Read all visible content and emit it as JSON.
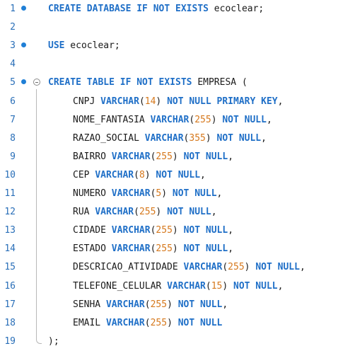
{
  "editor": {
    "lines": [
      {
        "n": "1",
        "bp": true,
        "fold": false,
        "indent": false,
        "tokens": [
          [
            "kw",
            "CREATE DATABASE IF NOT EXISTS"
          ],
          [
            "plain",
            " ecoclear;"
          ]
        ]
      },
      {
        "n": "2",
        "bp": false,
        "fold": false,
        "indent": false,
        "tokens": []
      },
      {
        "n": "3",
        "bp": true,
        "fold": false,
        "indent": false,
        "tokens": [
          [
            "kw",
            "USE"
          ],
          [
            "plain",
            " ecoclear;"
          ]
        ]
      },
      {
        "n": "4",
        "bp": false,
        "fold": false,
        "indent": false,
        "tokens": []
      },
      {
        "n": "5",
        "bp": true,
        "fold": true,
        "indent": false,
        "tokens": [
          [
            "kw",
            "CREATE TABLE IF NOT EXISTS"
          ],
          [
            "plain",
            " EMPRESA ("
          ]
        ]
      },
      {
        "n": "6",
        "bp": false,
        "fold": false,
        "indent": true,
        "tokens": [
          [
            "plain",
            "CNPJ "
          ],
          [
            "kw",
            "VARCHAR"
          ],
          [
            "plain",
            "("
          ],
          [
            "num",
            "14"
          ],
          [
            "plain",
            ") "
          ],
          [
            "kw",
            "NOT NULL PRIMARY KEY"
          ],
          [
            "plain",
            ","
          ]
        ]
      },
      {
        "n": "7",
        "bp": false,
        "fold": false,
        "indent": true,
        "tokens": [
          [
            "plain",
            "NOME_FANTASIA "
          ],
          [
            "kw",
            "VARCHAR"
          ],
          [
            "plain",
            "("
          ],
          [
            "num",
            "255"
          ],
          [
            "plain",
            ") "
          ],
          [
            "kw",
            "NOT NULL"
          ],
          [
            "plain",
            ","
          ]
        ]
      },
      {
        "n": "8",
        "bp": false,
        "fold": false,
        "indent": true,
        "tokens": [
          [
            "plain",
            "RAZAO_SOCIAL "
          ],
          [
            "kw",
            "VARCHAR"
          ],
          [
            "plain",
            "("
          ],
          [
            "num",
            "355"
          ],
          [
            "plain",
            ") "
          ],
          [
            "kw",
            "NOT NULL"
          ],
          [
            "plain",
            ","
          ]
        ]
      },
      {
        "n": "9",
        "bp": false,
        "fold": false,
        "indent": true,
        "tokens": [
          [
            "plain",
            "BAIRRO "
          ],
          [
            "kw",
            "VARCHAR"
          ],
          [
            "plain",
            "("
          ],
          [
            "num",
            "255"
          ],
          [
            "plain",
            ") "
          ],
          [
            "kw",
            "NOT NULL"
          ],
          [
            "plain",
            ","
          ]
        ]
      },
      {
        "n": "10",
        "bp": false,
        "fold": false,
        "indent": true,
        "tokens": [
          [
            "plain",
            "CEP "
          ],
          [
            "kw",
            "VARCHAR"
          ],
          [
            "plain",
            "("
          ],
          [
            "num",
            "8"
          ],
          [
            "plain",
            ") "
          ],
          [
            "kw",
            "NOT NULL"
          ],
          [
            "plain",
            ","
          ]
        ]
      },
      {
        "n": "11",
        "bp": false,
        "fold": false,
        "indent": true,
        "tokens": [
          [
            "plain",
            "NUMERO "
          ],
          [
            "kw",
            "VARCHAR"
          ],
          [
            "plain",
            "("
          ],
          [
            "num",
            "5"
          ],
          [
            "plain",
            ") "
          ],
          [
            "kw",
            "NOT NULL"
          ],
          [
            "plain",
            ","
          ]
        ]
      },
      {
        "n": "12",
        "bp": false,
        "fold": false,
        "indent": true,
        "tokens": [
          [
            "plain",
            "RUA "
          ],
          [
            "kw",
            "VARCHAR"
          ],
          [
            "plain",
            "("
          ],
          [
            "num",
            "255"
          ],
          [
            "plain",
            ") "
          ],
          [
            "kw",
            "NOT NULL"
          ],
          [
            "plain",
            ","
          ]
        ]
      },
      {
        "n": "13",
        "bp": false,
        "fold": false,
        "indent": true,
        "tokens": [
          [
            "plain",
            "CIDADE "
          ],
          [
            "kw",
            "VARCHAR"
          ],
          [
            "plain",
            "("
          ],
          [
            "num",
            "255"
          ],
          [
            "plain",
            ") "
          ],
          [
            "kw",
            "NOT NULL"
          ],
          [
            "plain",
            ","
          ]
        ]
      },
      {
        "n": "14",
        "bp": false,
        "fold": false,
        "indent": true,
        "tokens": [
          [
            "plain",
            "ESTADO "
          ],
          [
            "kw",
            "VARCHAR"
          ],
          [
            "plain",
            "("
          ],
          [
            "num",
            "255"
          ],
          [
            "plain",
            ") "
          ],
          [
            "kw",
            "NOT NULL"
          ],
          [
            "plain",
            ","
          ]
        ]
      },
      {
        "n": "15",
        "bp": false,
        "fold": false,
        "indent": true,
        "tokens": [
          [
            "plain",
            "DESCRICAO_ATIVIDADE "
          ],
          [
            "kw",
            "VARCHAR"
          ],
          [
            "plain",
            "("
          ],
          [
            "num",
            "255"
          ],
          [
            "plain",
            ") "
          ],
          [
            "kw",
            "NOT NULL"
          ],
          [
            "plain",
            ","
          ]
        ]
      },
      {
        "n": "16",
        "bp": false,
        "fold": false,
        "indent": true,
        "tokens": [
          [
            "plain",
            "TELEFONE_CELULAR "
          ],
          [
            "kw",
            "VARCHAR"
          ],
          [
            "plain",
            "("
          ],
          [
            "num",
            "15"
          ],
          [
            "plain",
            ") "
          ],
          [
            "kw",
            "NOT NULL"
          ],
          [
            "plain",
            ","
          ]
        ]
      },
      {
        "n": "17",
        "bp": false,
        "fold": false,
        "indent": true,
        "tokens": [
          [
            "plain",
            "SENHA "
          ],
          [
            "kw",
            "VARCHAR"
          ],
          [
            "plain",
            "("
          ],
          [
            "num",
            "255"
          ],
          [
            "plain",
            ") "
          ],
          [
            "kw",
            "NOT NULL"
          ],
          [
            "plain",
            ","
          ]
        ]
      },
      {
        "n": "18",
        "bp": false,
        "fold": false,
        "indent": true,
        "tokens": [
          [
            "plain",
            "EMAIL "
          ],
          [
            "kw",
            "VARCHAR"
          ],
          [
            "plain",
            "("
          ],
          [
            "num",
            "255"
          ],
          [
            "plain",
            ") "
          ],
          [
            "kw",
            "NOT NULL"
          ]
        ]
      },
      {
        "n": "19",
        "bp": false,
        "fold": false,
        "indent": false,
        "tokens": [
          [
            "plain",
            ");"
          ]
        ]
      }
    ]
  }
}
